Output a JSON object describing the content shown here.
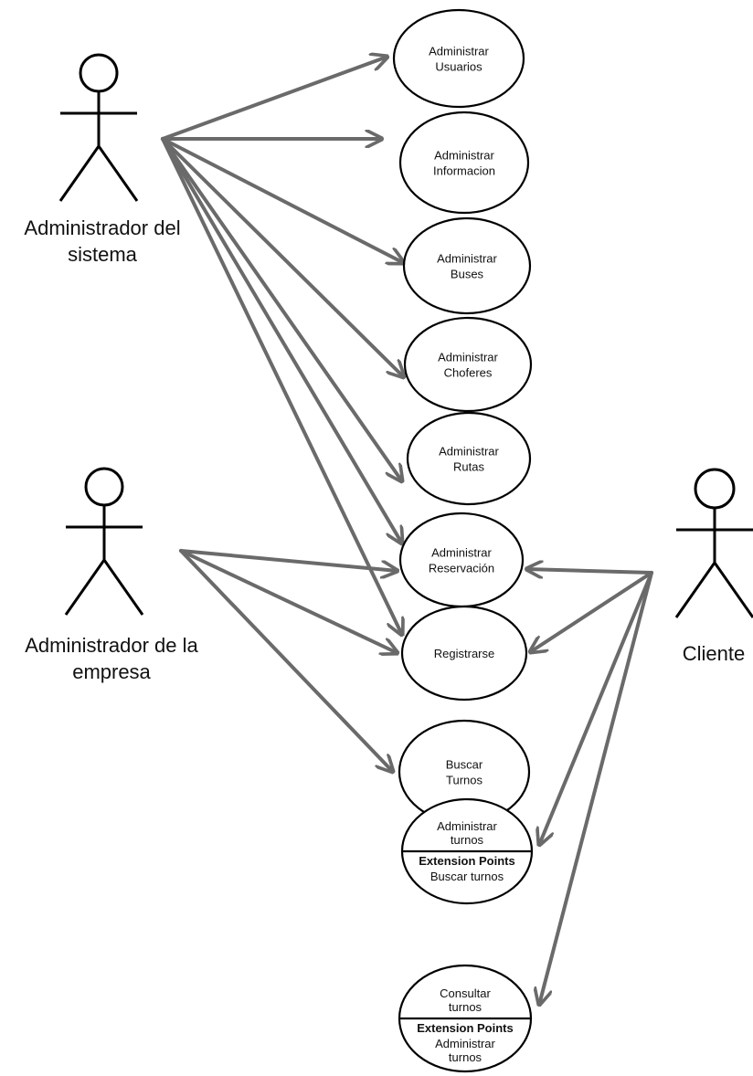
{
  "colors": {
    "connector": "#6a6a6a",
    "outline": "#000000",
    "background": "#ffffff"
  },
  "actors": [
    {
      "id": "admin-sistema",
      "label_lines": [
        "Administrador del",
        "sistema"
      ]
    },
    {
      "id": "admin-empresa",
      "label_lines": [
        "Administrador de la",
        "empresa"
      ]
    },
    {
      "id": "cliente",
      "label_lines": [
        "Cliente"
      ]
    }
  ],
  "use_cases": [
    {
      "id": "uc-usuarios",
      "lines": [
        "Administrar",
        "Usuarios"
      ]
    },
    {
      "id": "uc-informacion",
      "lines": [
        "Administrar",
        "Informacion"
      ]
    },
    {
      "id": "uc-buses",
      "lines": [
        "Administrar",
        "Buses"
      ]
    },
    {
      "id": "uc-choferes",
      "lines": [
        "Administrar",
        "Choferes"
      ]
    },
    {
      "id": "uc-rutas",
      "lines": [
        "Administrar",
        "Rutas"
      ]
    },
    {
      "id": "uc-reservacion",
      "lines": [
        "Administrar",
        "Reservación"
      ]
    },
    {
      "id": "uc-registrarse",
      "lines": [
        "Registrarse"
      ]
    },
    {
      "id": "uc-buscar-turnos",
      "lines": [
        "Buscar",
        "Turnos"
      ]
    },
    {
      "id": "uc-administrar-turnos",
      "lines": [
        "Administrar",
        "turnos"
      ],
      "extension_title": "Extension Points",
      "extension_lines": [
        "Buscar turnos"
      ]
    },
    {
      "id": "uc-consultar-turnos",
      "lines": [
        "Consultar",
        "turnos"
      ],
      "extension_title": "Extension Points",
      "extension_lines": [
        "Administrar",
        "turnos"
      ]
    }
  ],
  "associations": [
    {
      "from": "admin-sistema",
      "to": "uc-usuarios"
    },
    {
      "from": "admin-sistema",
      "to": "uc-informacion"
    },
    {
      "from": "admin-sistema",
      "to": "uc-buses"
    },
    {
      "from": "admin-sistema",
      "to": "uc-choferes"
    },
    {
      "from": "admin-sistema",
      "to": "uc-rutas"
    },
    {
      "from": "admin-sistema",
      "to": "uc-reservacion"
    },
    {
      "from": "admin-sistema",
      "to": "uc-registrarse"
    },
    {
      "from": "admin-empresa",
      "to": "uc-reservacion"
    },
    {
      "from": "admin-empresa",
      "to": "uc-registrarse"
    },
    {
      "from": "admin-empresa",
      "to": "uc-buscar-turnos"
    },
    {
      "from": "cliente",
      "to": "uc-reservacion"
    },
    {
      "from": "cliente",
      "to": "uc-registrarse"
    },
    {
      "from": "cliente",
      "to": "uc-administrar-turnos"
    },
    {
      "from": "cliente",
      "to": "uc-consultar-turnos"
    }
  ]
}
